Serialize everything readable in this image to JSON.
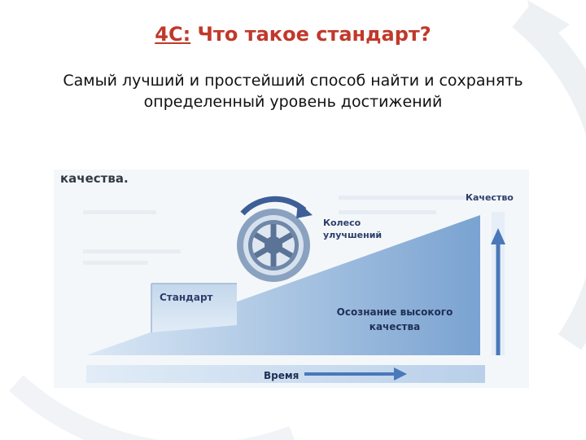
{
  "slide": {
    "title_prefix": "4C:",
    "title_rest": " Что такое стандарт?",
    "subtitle": "Самый лучший и простейший способ найти и сохранять определенный уровень достижений"
  },
  "diagram": {
    "heading": "качества.",
    "quality_label": "Качество",
    "wheel_label_line1": "Колесо",
    "wheel_label_line2": "улучшений",
    "standard_label": "Стандарт",
    "awareness_line1": "Осознание высокого",
    "awareness_line2": "качества",
    "time_label": "Время"
  },
  "colors": {
    "title": "#c0392b",
    "slope_light": "#dbe8f5",
    "slope_dark": "#7aa3d1",
    "arrow": "#4a78b8",
    "wheel": "#5a7396"
  }
}
